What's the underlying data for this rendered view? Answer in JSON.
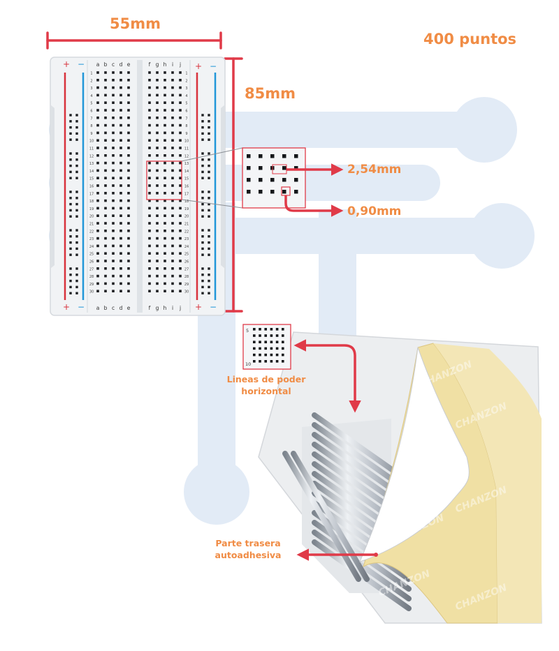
{
  "dimensions": {
    "width": "55mm",
    "height": "85mm",
    "points": "400 puntos",
    "pitch": "2,54mm",
    "hole": "0,90mm"
  },
  "breadboard": {
    "columns_left": [
      "a",
      "b",
      "c",
      "d",
      "e"
    ],
    "columns_right": [
      "f",
      "g",
      "h",
      "i",
      "j"
    ],
    "row_count": 30,
    "rail_plus": "+",
    "rail_minus": "−"
  },
  "labels": {
    "power_lines": [
      "Lineas de poder",
      "horizontal"
    ],
    "adhesive": [
      "Parte trasera",
      "autoadhesiva"
    ],
    "zoom_numbers": {
      "first": "5",
      "last": "10"
    }
  },
  "watermark_brand": "CHANZON",
  "colors": {
    "accent_orange": "#f08c45",
    "dimension_red": "#e03a48",
    "rail_red": "#d8323c",
    "rail_blue": "#2196d8",
    "watermark_blue": "#e2ebf6",
    "adhesive_yellow": "#f0e0a4"
  }
}
